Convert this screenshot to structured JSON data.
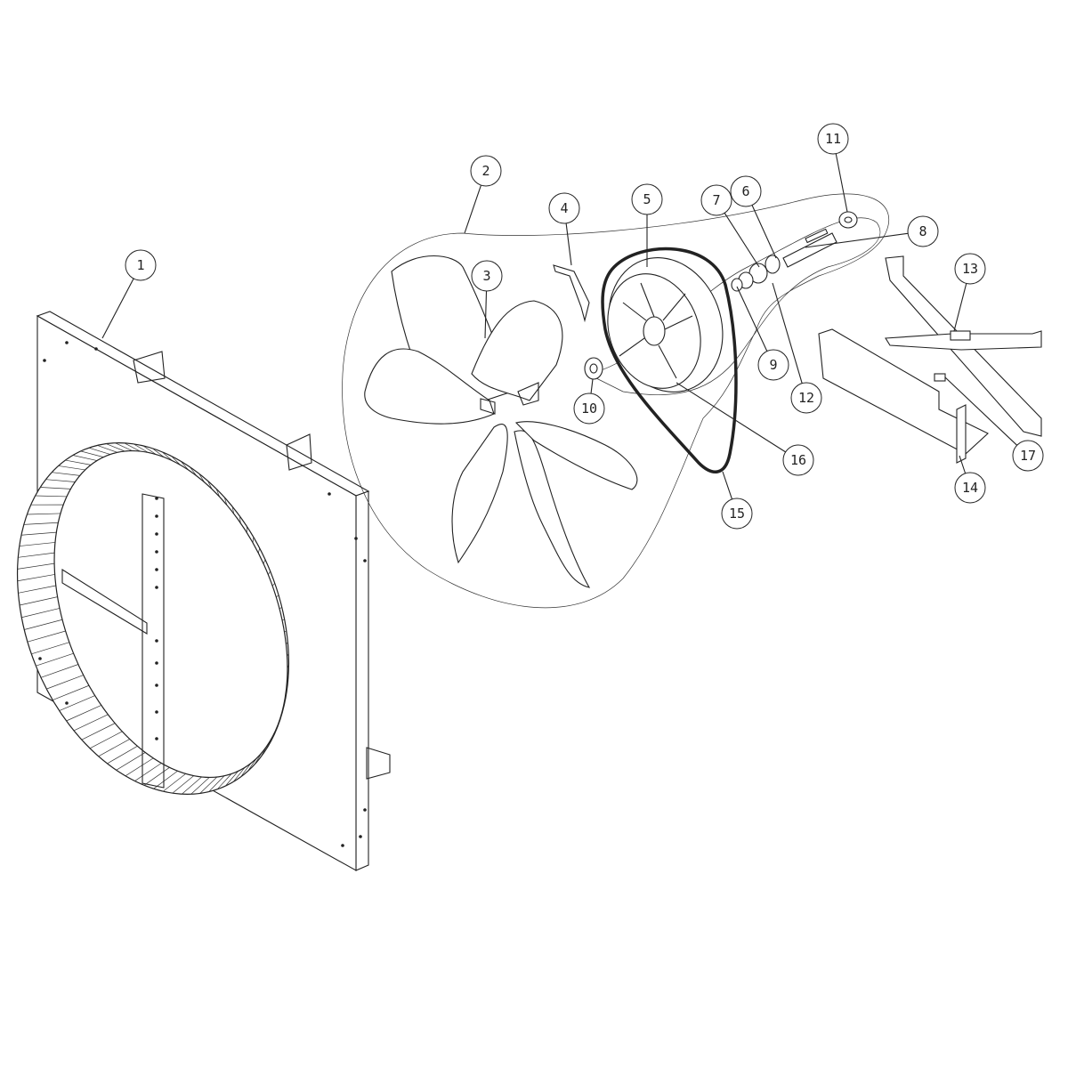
{
  "diagram": {
    "type": "exploded-parts-view",
    "callouts": [
      "1",
      "2",
      "3",
      "4",
      "5",
      "6",
      "7",
      "8",
      "9",
      "10",
      "11",
      "12",
      "13",
      "14",
      "15",
      "16",
      "17"
    ]
  }
}
